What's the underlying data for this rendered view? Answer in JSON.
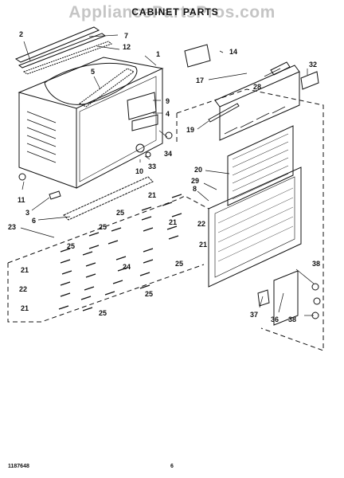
{
  "watermark": "AppliancePartsPros.com",
  "title": "CABINET PARTS",
  "subtitle": "",
  "footer": {
    "doc_number": "1187648",
    "page_number": "6"
  },
  "callouts": [
    "1",
    "2",
    "3",
    "4",
    "5",
    "6",
    "7",
    "8",
    "9",
    "10",
    "11",
    "12",
    "14",
    "17",
    "19",
    "20",
    "21",
    "22",
    "23",
    "24",
    "25",
    "28",
    "29",
    "32",
    "33",
    "34",
    "36",
    "37",
    "38"
  ]
}
